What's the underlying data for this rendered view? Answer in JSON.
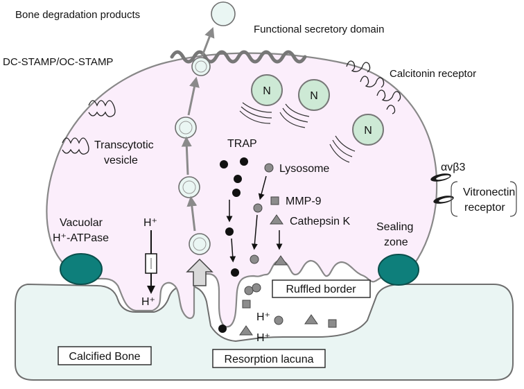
{
  "labels": {
    "bone_products": "Bone degradation products",
    "secretory_domain": "Functional secretory domain",
    "dc_stamp": "DC-STAMP/OC-STAMP",
    "calcitonin": "Calcitonin receptor",
    "transcytotic_1": "Transcytotic",
    "transcytotic_2": "vesicle",
    "trap": "TRAP",
    "lysosome": "Lysosome",
    "mmp9": "MMP-9",
    "cathepsin": "Cathepsin K",
    "avb3": "αvβ3",
    "vitronectin_1": "Vitronectin",
    "vitronectin_2": "receptor",
    "vacuolar_1": "Vacuolar",
    "vacuolar_2": "H⁺-ATPase",
    "hplus": "H⁺",
    "sealing_1": "Sealing",
    "sealing_2": "zone",
    "ruffled": "Ruffled border",
    "calcified": "Calcified Bone",
    "resorption": "Resorption lacuna",
    "nucleus": "N"
  },
  "colors": {
    "cell_fill": "#fbeefb",
    "bone_fill": "#eaf5f3",
    "sealing_fill": "#0e7f7b",
    "vesicle_fill": "#eaf6f3",
    "nucleus_fill": "#cde9d5",
    "granule_gray": "#8c8c8c",
    "membrane": "#808080"
  }
}
